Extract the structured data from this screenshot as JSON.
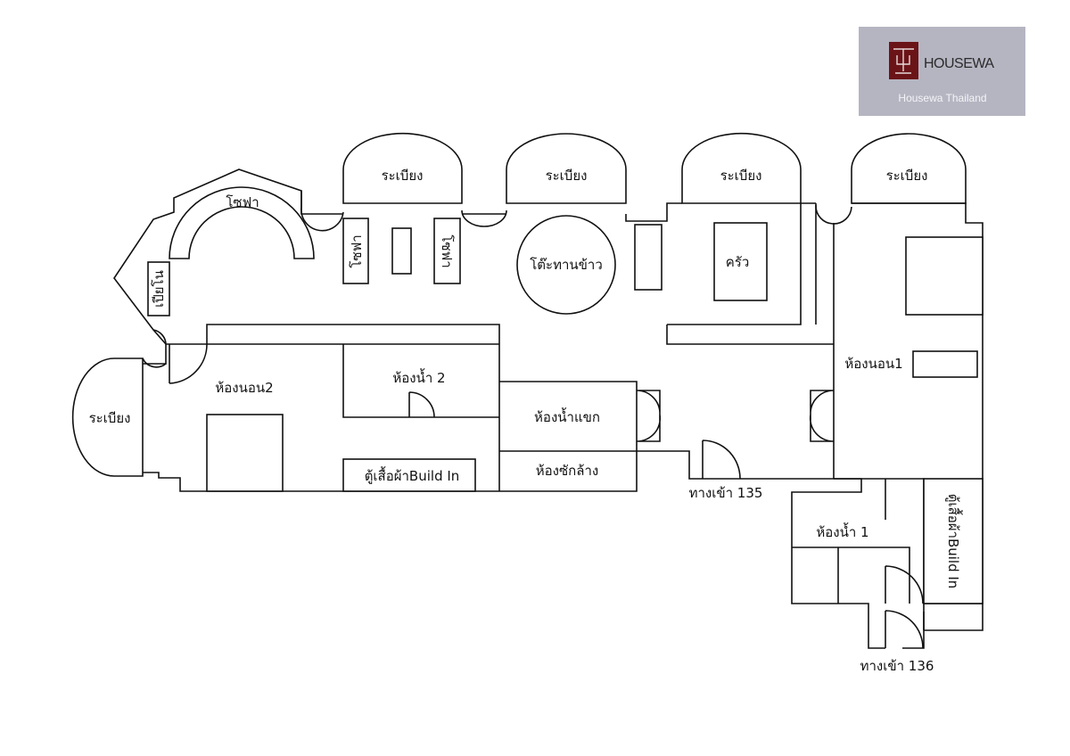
{
  "brand": {
    "title": "HOUSEWA",
    "subtitle": "Housewa Thailand",
    "box_color": "#b5b5c2",
    "logo_color": "#6b1418",
    "logo_icon": "housewa-logo-icon"
  },
  "labels": {
    "bay1": "ระเบียง",
    "bay2": "ระเบียง",
    "bay3": "ระเบียง",
    "bay4": "ระเบียง",
    "balcony_left": "ระเบียง",
    "sofa_curved": "โซฟา",
    "sofa_left": "โซฟา",
    "sofa_right": "โซฟา",
    "piano": "เปียโน",
    "dining_table": "โต๊ะทานข้าว",
    "kitchen": "ครัว",
    "bedroom1": "ห้องนอน1",
    "bedroom2": "ห้องนอน2",
    "bathroom2": "ห้องน้ำ 2",
    "guest_bathroom": "ห้องน้ำแขก",
    "laundry": "ห้องซักล้าง",
    "wardrobe_left": "ตู้เสื้อผ้าBuild In",
    "wardrobe_right": "ตู้เสื้อผ้าBuild In",
    "entrance_135": "ทางเข้า 135",
    "bathroom1": "ห้องน้ำ 1",
    "entrance_136": "ทางเข้า 136"
  }
}
